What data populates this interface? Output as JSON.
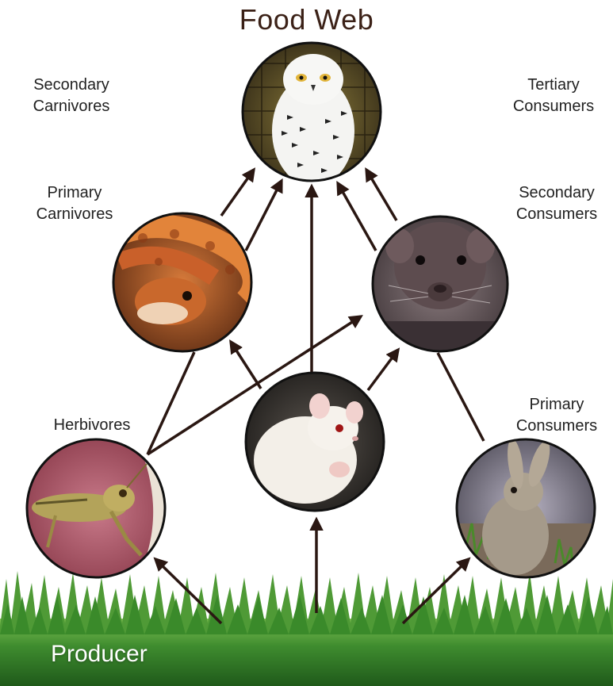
{
  "title": "Food Web",
  "labels": {
    "secondary_carnivores": [
      "Secondary",
      "Carnivores"
    ],
    "tertiary_consumers": [
      "Tertiary",
      "Consumers"
    ],
    "primary_carnivores": [
      "Primary",
      "Carnivores"
    ],
    "secondary_consumers": [
      "Secondary",
      "Consumers"
    ],
    "herbivores": [
      "Herbivores"
    ],
    "primary_consumers": [
      "Primary",
      "Consumers"
    ],
    "producer": "Producer"
  },
  "organisms": [
    "owl-icon",
    "snake-icon",
    "rat-icon",
    "mouse-icon",
    "grasshopper-icon",
    "rabbit-icon",
    "grass-icon"
  ],
  "colors": {
    "title": "#3b2117",
    "arrow": "#2a1712",
    "grass": "#2f7a2a",
    "circle_border": "#111111"
  }
}
